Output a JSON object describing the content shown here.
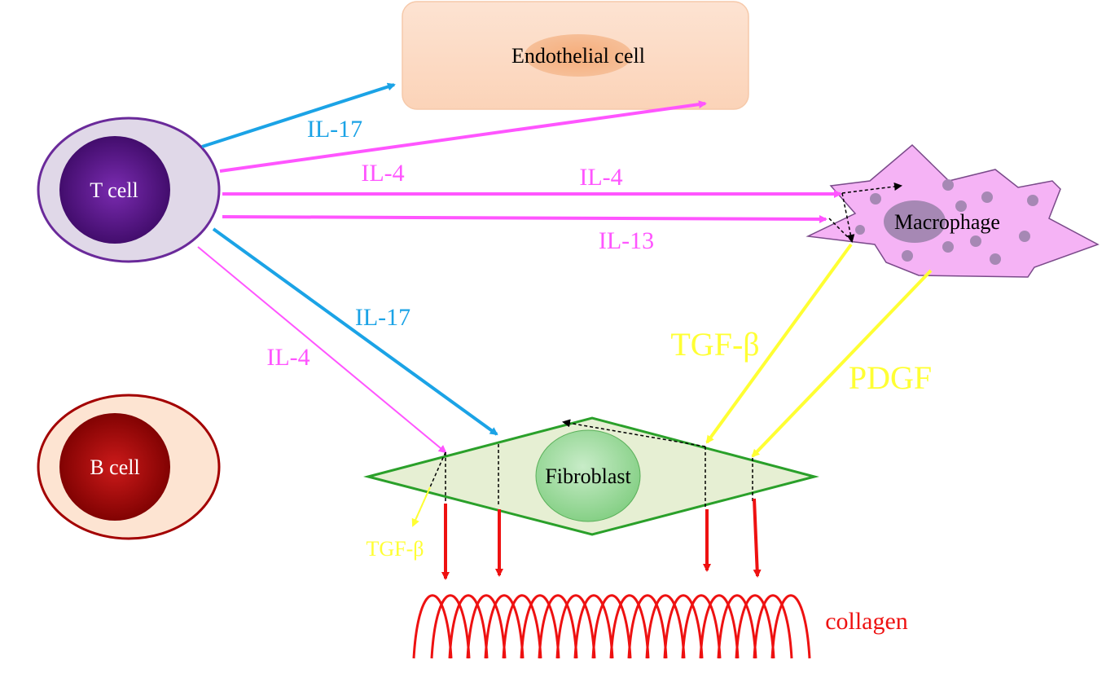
{
  "cells": {
    "t_cell": "T cell",
    "b_cell": "B cell",
    "endothelial": "Endothelial cell",
    "macrophage": "Macrophage",
    "fibroblast": "Fibroblast"
  },
  "cytokines": {
    "il17_top": "IL-17",
    "il4_left": "IL-4",
    "il4_right": "IL-4",
    "il13": "IL-13",
    "il17_fibro": "IL-17",
    "il4_fibro": "IL-4",
    "tgfb_mac": "TGF-β",
    "pdgf": "PDGF",
    "tgfb_fibro": "TGF-β"
  },
  "product": "collagen",
  "colors": {
    "cyan": "#1ba3e6",
    "magenta": "#ff55ff",
    "yellow": "#ffff33",
    "red": "#ee1111",
    "green": "#2aa02a",
    "t_cell_core": "#4a0e78",
    "b_cell_core": "#a30000"
  }
}
